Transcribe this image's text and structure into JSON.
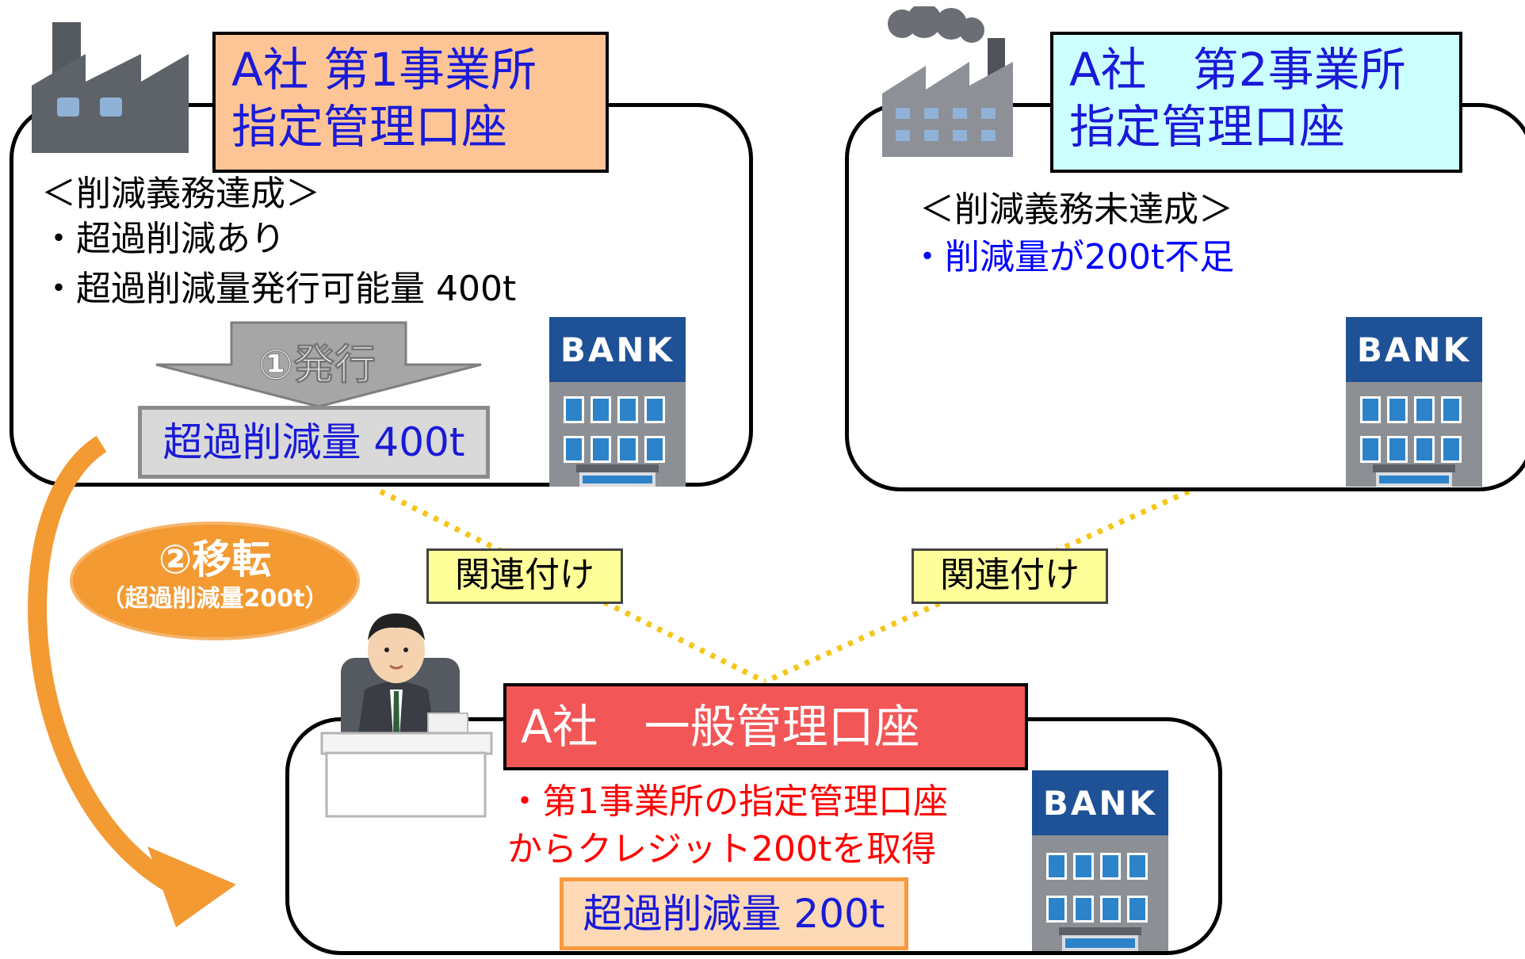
{
  "office1": {
    "title_line1": "A社 第1事業所",
    "title_line2": "指定管理口座",
    "status_heading": "＜削減義務達成＞",
    "bullet1": "・超過削減あり",
    "bullet2": "・超過削減量発行可能量 400t",
    "issue_label": "①発行",
    "credit_box": "超過削減量 400t",
    "bank_sign": "BANK"
  },
  "office2": {
    "title_line1": "A社　第2事業所",
    "title_line2": "指定管理口座",
    "status_heading": "＜削減義務未達成＞",
    "bullet1": "・削減量が200t不足",
    "bank_sign": "BANK"
  },
  "link_tag_left": "関連付け",
  "link_tag_right": "関連付け",
  "transfer": {
    "label": "②移転",
    "sub": "（超過削減量200t）"
  },
  "general": {
    "title": "A社　一般管理口座",
    "line1": "・第1事業所の指定管理口座",
    "line2": "からクレジット200tを取得",
    "credit_box": "超過削減量 200t",
    "bank_sign": "BANK"
  },
  "colors": {
    "office1_title_bg": "#fdc596",
    "office2_title_bg": "#ccffff",
    "general_title_bg": "#f25656",
    "tag_bg": "#ffff99",
    "transfer_orange": "#f39a33",
    "credit_text": "#1a1ad8",
    "red_text": "#ff0000",
    "blue_text": "#0000ff"
  }
}
